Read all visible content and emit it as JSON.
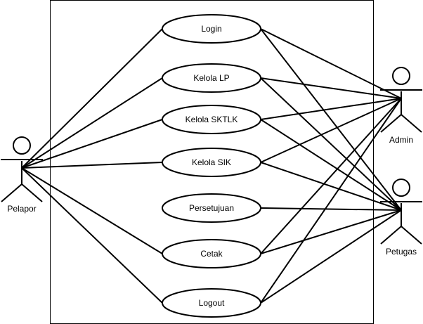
{
  "actors": [
    {
      "id": "pelapor",
      "name": "Pelapor"
    },
    {
      "id": "admin",
      "name": "Admin"
    },
    {
      "id": "petugas",
      "name": "Petugas"
    }
  ],
  "use_cases": [
    {
      "id": "login",
      "label": "Login"
    },
    {
      "id": "kelola-lp",
      "label": "Kelola LP"
    },
    {
      "id": "kelola-sktlk",
      "label": "Kelola SKTLK"
    },
    {
      "id": "kelola-sik",
      "label": "Kelola SIK"
    },
    {
      "id": "persetujuan",
      "label": "Persetujuan"
    },
    {
      "id": "cetak",
      "label": "Cetak"
    },
    {
      "id": "logout",
      "label": "Logout"
    }
  ],
  "associations": [
    {
      "actor": "pelapor",
      "use_case": "login"
    },
    {
      "actor": "pelapor",
      "use_case": "kelola-lp"
    },
    {
      "actor": "pelapor",
      "use_case": "kelola-sktlk"
    },
    {
      "actor": "pelapor",
      "use_case": "kelola-sik"
    },
    {
      "actor": "pelapor",
      "use_case": "cetak"
    },
    {
      "actor": "pelapor",
      "use_case": "logout"
    },
    {
      "actor": "admin",
      "use_case": "login"
    },
    {
      "actor": "admin",
      "use_case": "kelola-lp"
    },
    {
      "actor": "admin",
      "use_case": "kelola-sktlk"
    },
    {
      "actor": "admin",
      "use_case": "kelola-sik"
    },
    {
      "actor": "admin",
      "use_case": "cetak"
    },
    {
      "actor": "admin",
      "use_case": "logout"
    },
    {
      "actor": "petugas",
      "use_case": "login"
    },
    {
      "actor": "petugas",
      "use_case": "kelola-lp"
    },
    {
      "actor": "petugas",
      "use_case": "kelola-sktlk"
    },
    {
      "actor": "petugas",
      "use_case": "kelola-sik"
    },
    {
      "actor": "petugas",
      "use_case": "persetujuan"
    },
    {
      "actor": "petugas",
      "use_case": "cetak"
    },
    {
      "actor": "petugas",
      "use_case": "logout"
    }
  ]
}
